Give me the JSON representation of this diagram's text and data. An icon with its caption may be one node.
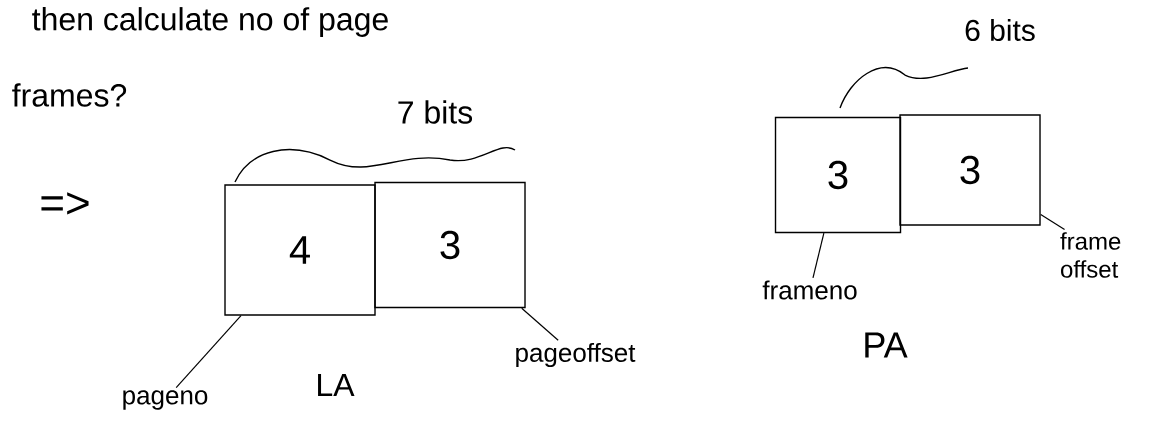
{
  "diagram": {
    "nodes": [
      {
        "text": [
          "4"
        ]
      },
      {
        "text": [
          "3"
        ]
      },
      {
        "text": [
          "3"
        ]
      },
      {
        "text": [
          "3"
        ]
      },
      {
        "text": [
          "pageno"
        ]
      },
      {
        "text": [
          "pageoffset"
        ]
      },
      {
        "text": [
          "frameno"
        ]
      },
      {
        "text": [
          "frame offset"
        ]
      }
    ],
    "edges": [
      {
        "from": 4,
        "to": 0,
        "arrow": "none"
      },
      {
        "from": 5,
        "to": 1,
        "arrow": "none"
      },
      {
        "from": 6,
        "to": 2,
        "arrow": "none"
      },
      {
        "from": 7,
        "to": 3,
        "arrow": "none"
      }
    ],
    "labels": [
      "then calculate no of page",
      "frames?",
      "7 bits",
      "=>",
      "LA",
      "6 bits",
      "PA"
    ]
  }
}
